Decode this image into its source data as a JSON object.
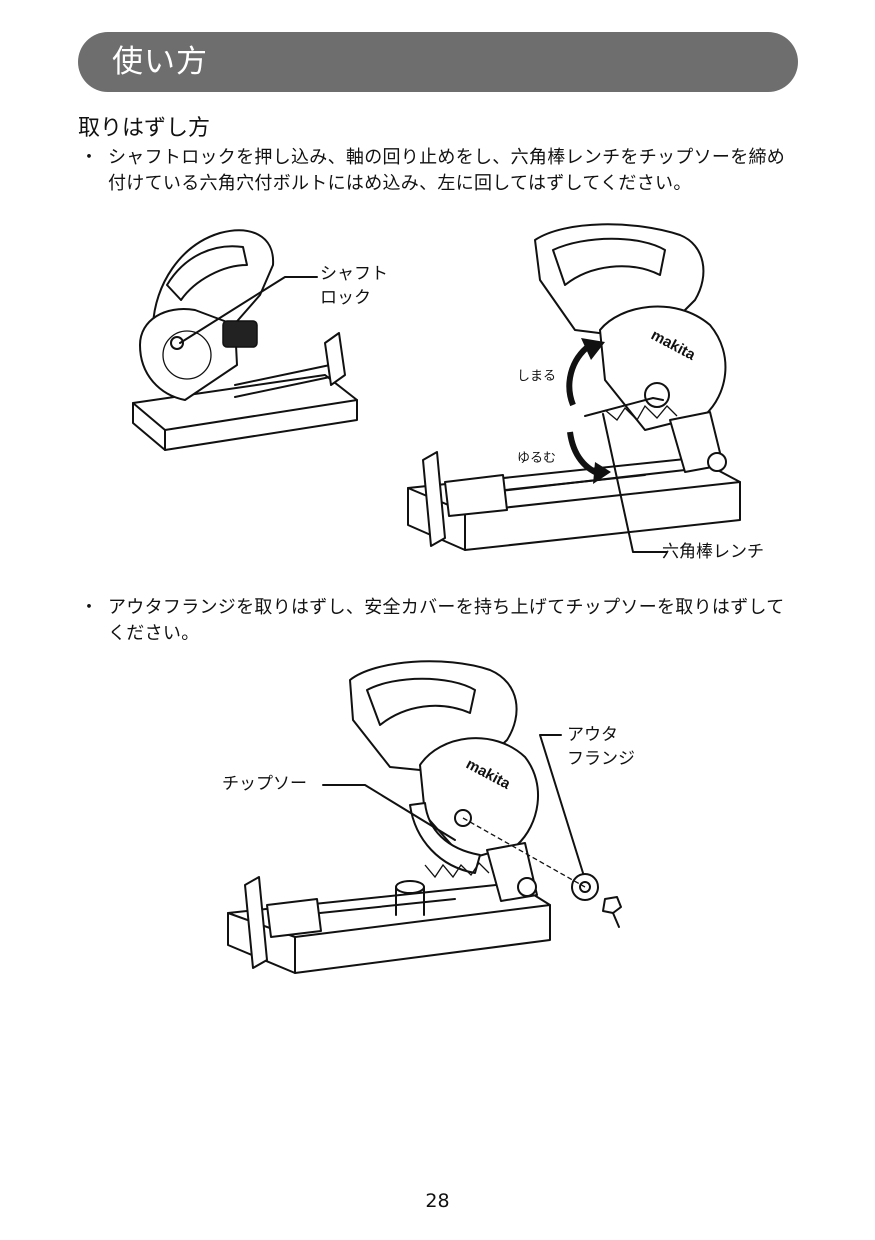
{
  "header": {
    "title": "使い方"
  },
  "section": {
    "title": "取りはずし方"
  },
  "steps": [
    {
      "bullet": "・",
      "text": "シャフトロックを押し込み、軸の回り止めをし、六角棒レンチをチップソーを締め付けている六角穴付ボルトにはめ込み、左に回してはずしてください。"
    },
    {
      "bullet": "・",
      "text": "アウタフランジを取りはずし、安全カバーを持ち上げてチップソーを取りはずしてください。"
    }
  ],
  "figure1": {
    "shaft_lock_label_line1": "シャフト",
    "shaft_lock_label_line2": "ロック"
  },
  "figure2": {
    "tighten_label": "しまる",
    "loosen_label": "ゆるむ",
    "wrench_label": "六角棒レンチ",
    "brand": "makita"
  },
  "figure3": {
    "saw_blade_label": "チップソー",
    "outer_flange_label_line1": "アウタ",
    "outer_flange_label_line2": "フランジ",
    "brand": "makita"
  },
  "footer": {
    "page_number": "28"
  }
}
